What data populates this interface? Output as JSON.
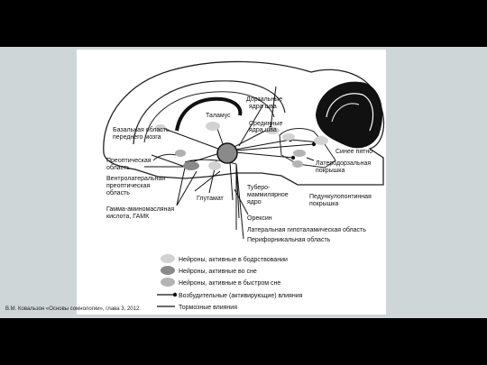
{
  "credit": "В.М. Ковальзон «Основы сомнологии», глава 3, 2012.",
  "labels": {
    "dorsal_raphe": [
      "Дорзальные",
      "ядра шва"
    ],
    "thalamus": "Таламус",
    "median_raphe": [
      "Срединные",
      "ядра шва"
    ],
    "basal_forebrain": [
      "Базальная область",
      "переднего мозга"
    ],
    "locus_coeruleus": "Синее пятно",
    "preoptic": [
      "Преоптическая",
      "область"
    ],
    "laterodorsal": [
      "Латеродорзальная",
      "покрышка"
    ],
    "vlpo": [
      "Вентролатеральная",
      "преоптическая",
      "область"
    ],
    "glutamate": "Глутамат",
    "tmn": [
      "Туберо-",
      "маммилярное",
      "ядро"
    ],
    "pedunculopontine": [
      "Педункулопонтинная",
      "покрышка"
    ],
    "gaba": [
      "Гамма-аминомасляная",
      "кислота, ГАМК"
    ],
    "orexin": "Орексин",
    "lateral_hypothalamus": "Латеральная гипоталамическая область",
    "perifornical": "Перифорникальная область"
  },
  "legend": [
    "Нейроны, активные в бодрствовании",
    "Нейроны, активные во сне",
    "Нейроны, активные в быстром сне",
    "Возбудительные (активирующие) влияния",
    "Тормозные влияния"
  ],
  "colors": {
    "wake": "#d2d2d2",
    "sleep": "#8a8a8a",
    "rem": "#b4b4b4",
    "line": "#111111"
  }
}
